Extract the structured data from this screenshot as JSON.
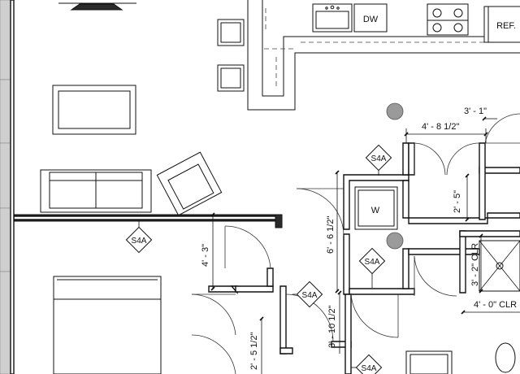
{
  "labels": {
    "dishwasher": "DW",
    "refrigerator": "REF.",
    "washer": "W"
  },
  "dimensions": {
    "d1": "3' - 1\"",
    "d2": "4' - 8 1/2\"",
    "d3": "2' - 5\"",
    "d4": "6' - 6 1/2\"",
    "d5": "4' - 3\"",
    "d6": "3' - 2\" CLR",
    "d7": "4' - 0\" CLR",
    "d8": "3' - 10 1/2\"",
    "d9": "2' - 5 1/2\""
  },
  "tags": {
    "t1": "S4A",
    "t2": "S4A",
    "t3": "S4A",
    "t4": "S4A",
    "t5": "S4A"
  }
}
